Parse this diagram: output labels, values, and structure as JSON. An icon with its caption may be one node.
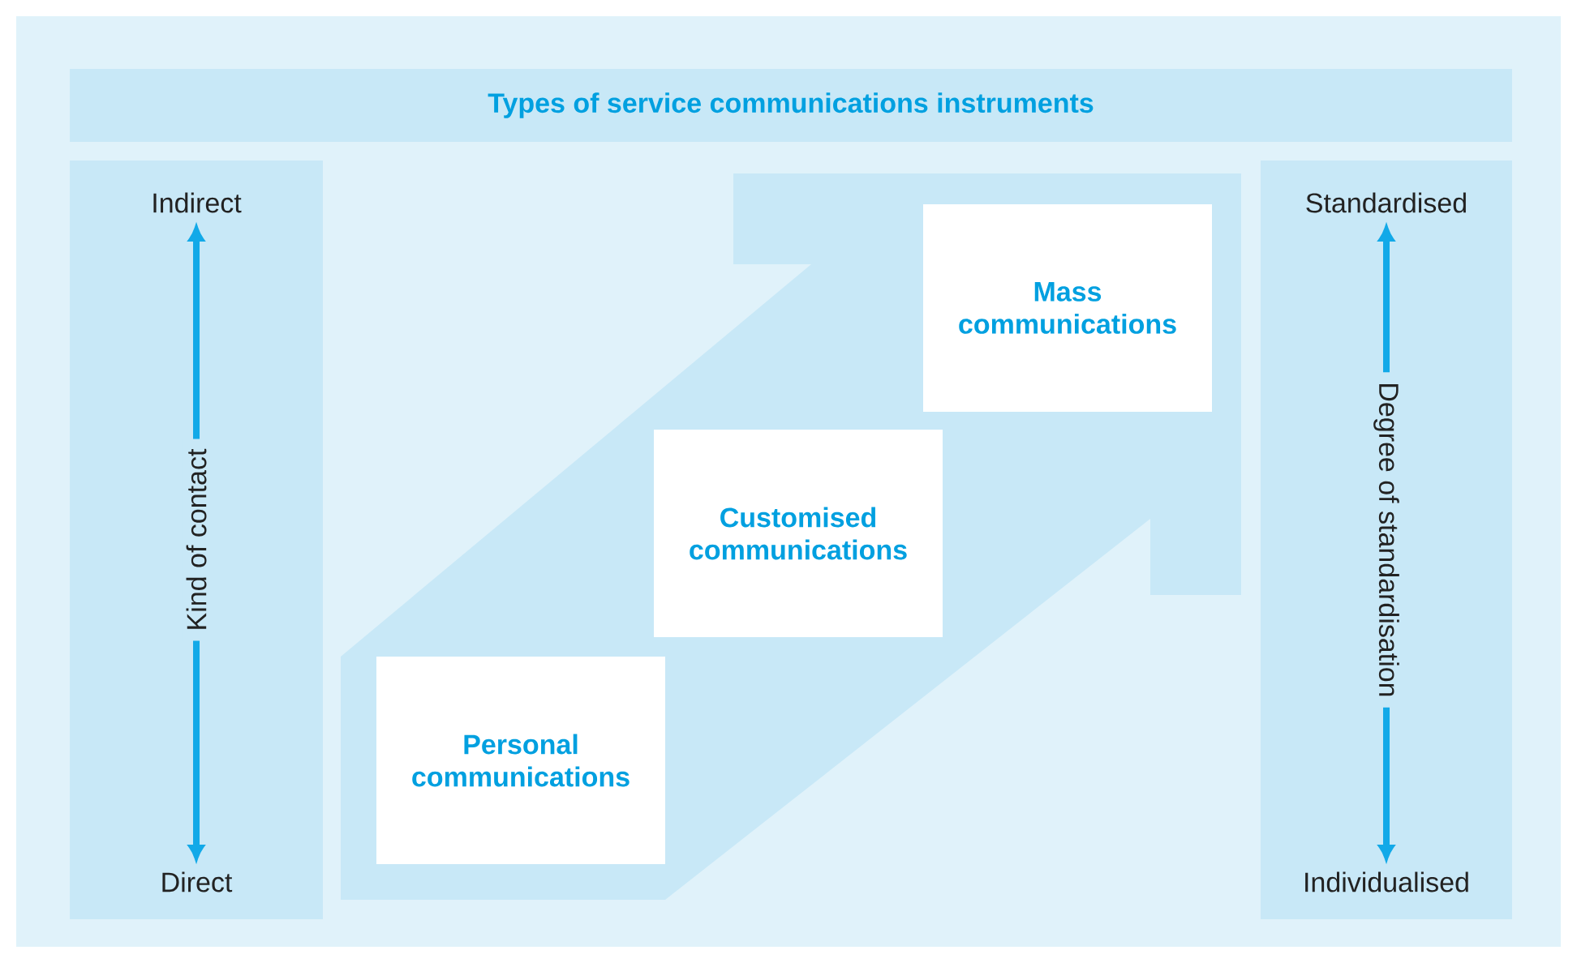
{
  "diagram": {
    "title": "Types of service communications instruments",
    "nodes": [
      {
        "text": [
          "Indirect",
          "Kind of contact",
          "Direct"
        ]
      },
      {
        "text": [],
        "shape": "arrow"
      },
      {
        "text": [
          "Mass communications"
        ],
        "in": 1
      },
      {
        "text": [
          "Customised communications"
        ],
        "in": 1
      },
      {
        "text": [
          "Personal communications"
        ],
        "in": 1
      },
      {
        "text": [
          "Standardised",
          "Degree of standardisation",
          "Individualised"
        ]
      }
    ]
  }
}
